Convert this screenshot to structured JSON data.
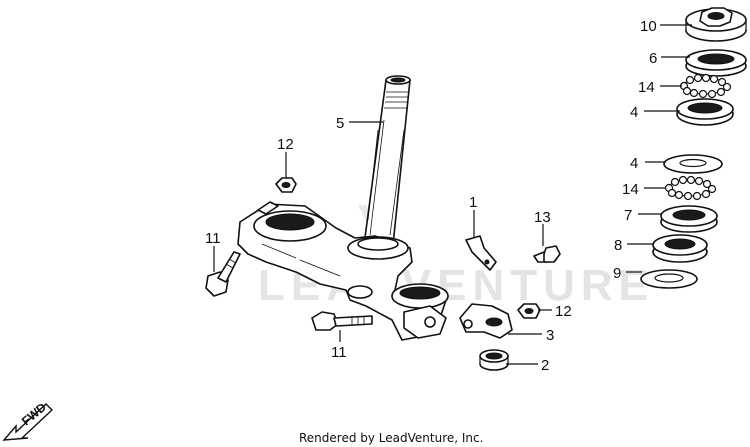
{
  "watermark": "LEADVENTURE",
  "fwd_label": "FWD",
  "footer": "Rendered by LeadVenture, Inc.",
  "callouts": {
    "c10": "10",
    "c6": "6",
    "c14a": "14",
    "c4a": "4",
    "c4b": "4",
    "c14b": "14",
    "c7": "7",
    "c8": "8",
    "c9": "9",
    "c5": "5",
    "c12a": "12",
    "c11a": "11",
    "c1": "1",
    "c13": "13",
    "c12b": "12",
    "c3": "3",
    "c11b": "11",
    "c2": "2"
  }
}
